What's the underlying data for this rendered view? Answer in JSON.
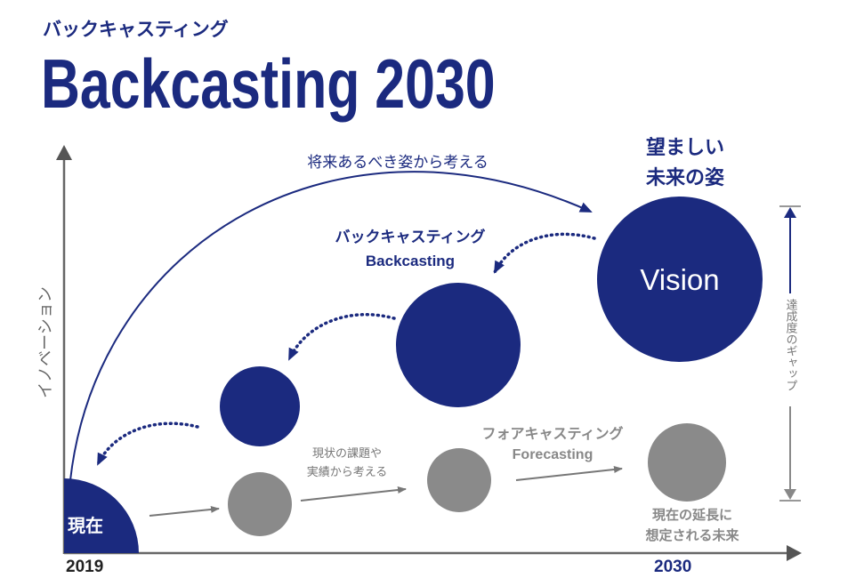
{
  "header": {
    "subtitle": "バックキャスティング",
    "title": "Backcasting 2030"
  },
  "axes": {
    "y_label": "イノベーション",
    "x_start": "2019",
    "x_end": "2030"
  },
  "labels": {
    "origin": "現在",
    "big_arc": "将来あるべき姿から考える",
    "goal_line1": "望ましい",
    "goal_line2": "未来の姿",
    "vision": "Vision",
    "backcasting_jp": "バックキャスティング",
    "backcasting_en": "Backcasting",
    "forecasting_jp": "フォアキャスティング",
    "forecasting_en": "Forecasting",
    "current_line1": "現状の課題や",
    "current_line2": "実績から考える",
    "extension_line1": "現在の延長に",
    "extension_line2": "想定される未来",
    "gap": "達成度のギャップ"
  },
  "colors": {
    "navy": "#1b2a7f",
    "gray": "#8a8a8a",
    "axis": "#666666"
  }
}
